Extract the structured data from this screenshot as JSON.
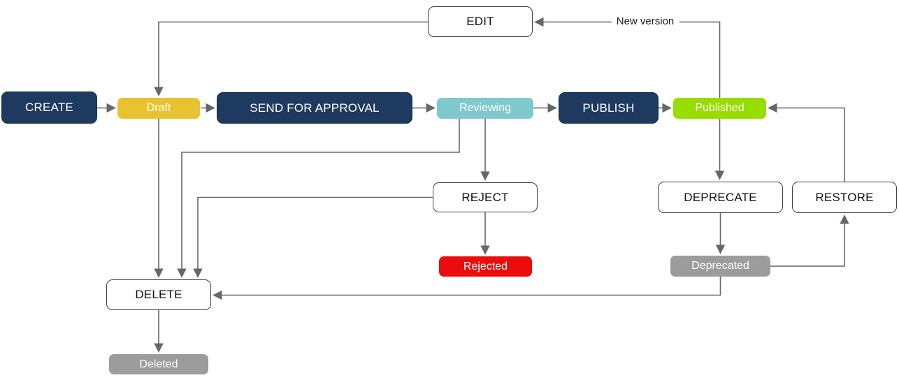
{
  "diagram": {
    "type": "flowchart",
    "description": "Content lifecycle state diagram with actions and states",
    "colors": {
      "navy": "#1e3a5f",
      "yellow": "#e8c231",
      "teal": "#7fc8ce",
      "green": "#98dd00",
      "red": "#eb0d0d",
      "gray": "#9c9c9c",
      "edge": "#676767",
      "box-border": "#3f3f3f"
    },
    "nodes": {
      "create": {
        "label": "CREATE",
        "kind": "action"
      },
      "draft": {
        "label": "Draft",
        "kind": "state"
      },
      "send_for_approval": {
        "label": "SEND FOR APPROVAL",
        "kind": "action"
      },
      "reviewing": {
        "label": "Reviewing",
        "kind": "state"
      },
      "publish": {
        "label": "PUBLISH",
        "kind": "action"
      },
      "published": {
        "label": "Published",
        "kind": "state"
      },
      "edit": {
        "label": "EDIT",
        "kind": "action"
      },
      "reject": {
        "label": "REJECT",
        "kind": "action"
      },
      "rejected": {
        "label": "Rejected",
        "kind": "state"
      },
      "deprecate": {
        "label": "DEPRECATE",
        "kind": "action"
      },
      "restore": {
        "label": "RESTORE",
        "kind": "action"
      },
      "deprecated": {
        "label": "Deprecated",
        "kind": "state"
      },
      "delete": {
        "label": "DELETE",
        "kind": "action"
      },
      "deleted": {
        "label": "Deleted",
        "kind": "state"
      }
    },
    "labels": {
      "new_version": "New version"
    },
    "edges": [
      {
        "from": "create",
        "to": "draft"
      },
      {
        "from": "draft",
        "to": "send_for_approval"
      },
      {
        "from": "send_for_approval",
        "to": "reviewing"
      },
      {
        "from": "reviewing",
        "to": "publish"
      },
      {
        "from": "publish",
        "to": "published"
      },
      {
        "from": "published",
        "to": "edit",
        "label": "New version"
      },
      {
        "from": "edit",
        "to": "draft"
      },
      {
        "from": "draft",
        "to": "delete"
      },
      {
        "from": "reviewing",
        "to": "reject"
      },
      {
        "from": "reviewing",
        "to": "delete"
      },
      {
        "from": "reject",
        "to": "rejected"
      },
      {
        "from": "reject",
        "to": "delete"
      },
      {
        "from": "published",
        "to": "deprecate"
      },
      {
        "from": "deprecate",
        "to": "deprecated"
      },
      {
        "from": "deprecated",
        "to": "restore"
      },
      {
        "from": "restore",
        "to": "published"
      },
      {
        "from": "deprecated",
        "to": "delete"
      },
      {
        "from": "delete",
        "to": "deleted"
      }
    ]
  }
}
